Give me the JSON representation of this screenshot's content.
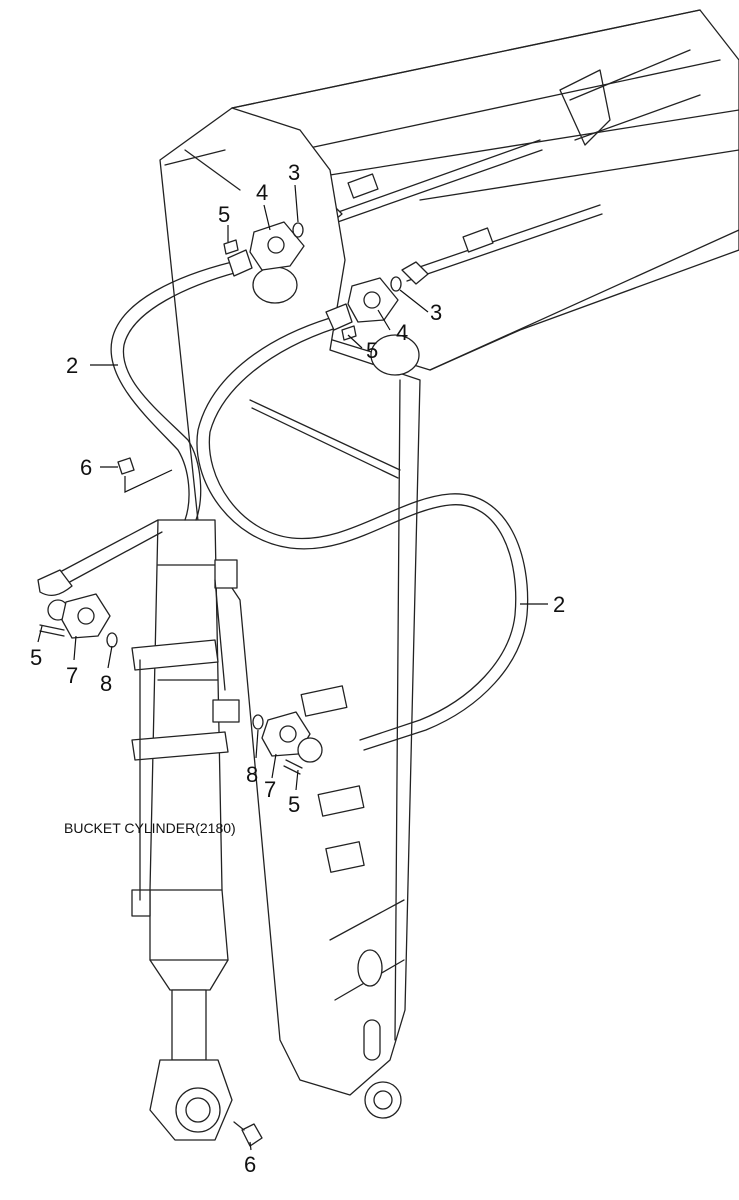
{
  "diagram": {
    "caption": "BUCKET CYLINDER(2180)",
    "callouts": [
      {
        "id": "c3a",
        "text": "3"
      },
      {
        "id": "c4a",
        "text": "4"
      },
      {
        "id": "c5a",
        "text": "5"
      },
      {
        "id": "c3b",
        "text": "3"
      },
      {
        "id": "c4b",
        "text": "4"
      },
      {
        "id": "c5b",
        "text": "5"
      },
      {
        "id": "c2a",
        "text": "2"
      },
      {
        "id": "c6a",
        "text": "6"
      },
      {
        "id": "c2b",
        "text": "2"
      },
      {
        "id": "c5c",
        "text": "5"
      },
      {
        "id": "c7a",
        "text": "7"
      },
      {
        "id": "c8a",
        "text": "8"
      },
      {
        "id": "c8b",
        "text": "8"
      },
      {
        "id": "c7b",
        "text": "7"
      },
      {
        "id": "c5d",
        "text": "5"
      },
      {
        "id": "c6b",
        "text": "6"
      }
    ]
  }
}
